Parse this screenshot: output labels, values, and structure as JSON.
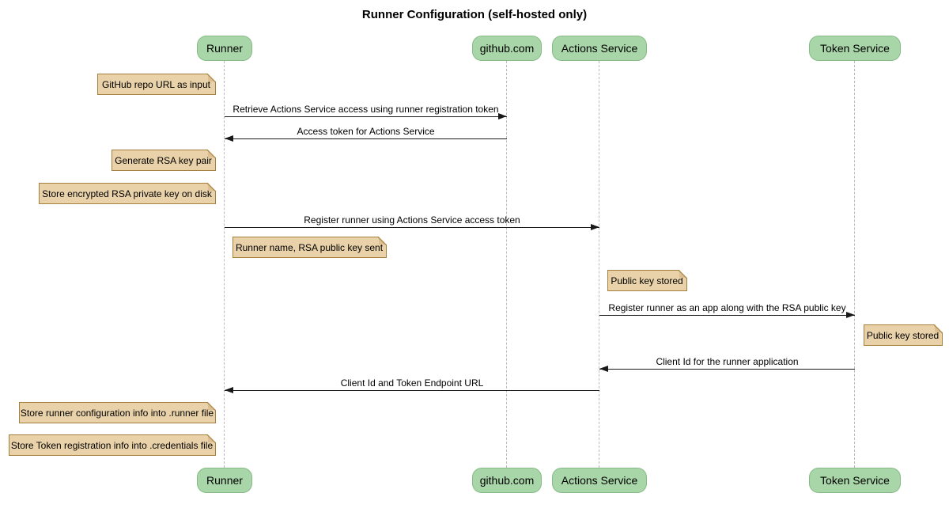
{
  "title": "Runner Configuration (self-hosted only)",
  "diagram": {
    "type": "sequence",
    "participants": [
      {
        "id": "runner",
        "label": "Runner"
      },
      {
        "id": "github",
        "label": "github.com"
      },
      {
        "id": "actions-service",
        "label": "Actions Service"
      },
      {
        "id": "token-service",
        "label": "Token Service"
      }
    ],
    "messages": [
      {
        "from": "Runner",
        "to": "github.com",
        "direction": "right",
        "label": "Retrieve Actions Service access using runner registration token"
      },
      {
        "from": "github.com",
        "to": "Runner",
        "direction": "left",
        "label": "Access token for Actions Service"
      },
      {
        "from": "Runner",
        "to": "Actions Service",
        "direction": "right",
        "label": "Register runner using Actions Service access token"
      },
      {
        "from": "Actions Service",
        "to": "Token Service",
        "direction": "right",
        "label": "Register runner as an app along with the RSA public key"
      },
      {
        "from": "Token Service",
        "to": "Actions Service",
        "direction": "left",
        "label": "Client Id for the runner application"
      },
      {
        "from": "Actions Service",
        "to": "Runner",
        "direction": "left",
        "label": "Client Id and Token Endpoint URL"
      }
    ],
    "notes": [
      {
        "position": "left of Runner",
        "text": "GitHub repo URL as input"
      },
      {
        "position": "left of Runner",
        "text": "Generate RSA key pair"
      },
      {
        "position": "left of Runner",
        "text": "Store encrypted RSA private key on disk"
      },
      {
        "position": "right of Runner",
        "text": "Runner name, RSA public key sent"
      },
      {
        "position": "right of Actions Service",
        "text": "Public key stored"
      },
      {
        "position": "right of Token Service",
        "text": "Public key stored"
      },
      {
        "position": "left of Runner",
        "text": "Store runner configuration info into .runner file"
      },
      {
        "position": "left of Runner",
        "text": "Store Token registration info into .credentials file"
      }
    ]
  },
  "colors": {
    "participant-fill": "#a8d6a8",
    "participant-border": "#86bb86",
    "note-fill": "#e9d2a9",
    "note-border": "#a5803c",
    "lifeline": "#bbbbbb",
    "arrow": "#181818",
    "text": "#000000",
    "background": "#ffffff"
  }
}
